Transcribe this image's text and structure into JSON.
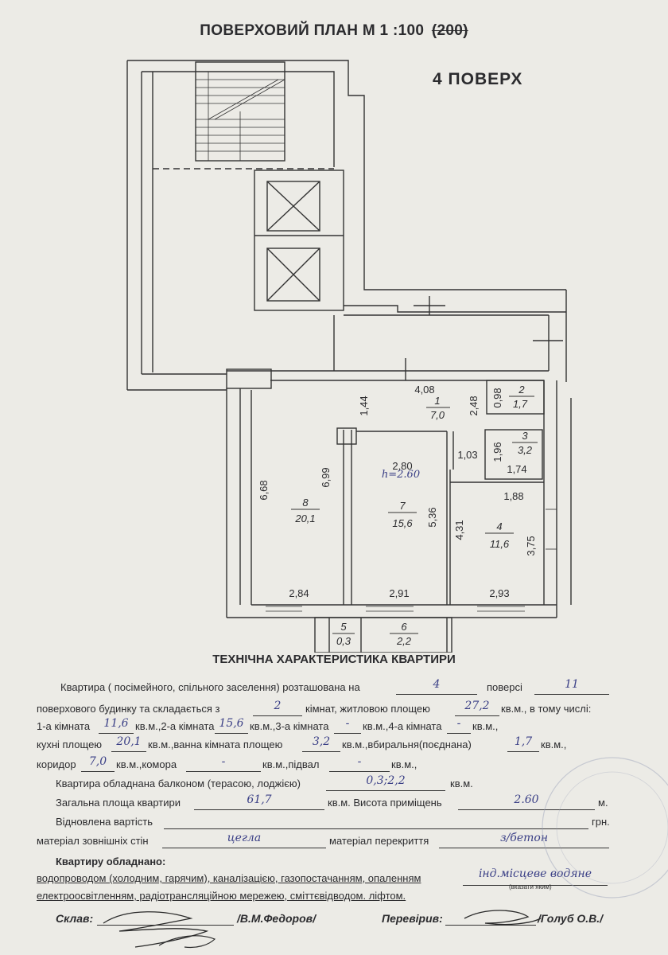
{
  "header": {
    "title": "ПОВЕРХОВИЙ ПЛАН М 1 :100",
    "struck_scale": "(200)",
    "floor_label": "4  ПОВЕРХ"
  },
  "plan": {
    "rooms": [
      {
        "number": "1",
        "area": "7,0"
      },
      {
        "number": "2",
        "area": "1,7"
      },
      {
        "number": "3",
        "area": "3,2"
      },
      {
        "number": "4",
        "area": "11,6"
      },
      {
        "number": "5",
        "area": "0,3"
      },
      {
        "number": "6",
        "area": "2,2"
      },
      {
        "number": "7",
        "area": "15,6"
      },
      {
        "number": "8",
        "area": "20,1"
      }
    ],
    "dimensions": {
      "d1_44": "1,44",
      "d4_08": "4,08",
      "d2_48": "2,48",
      "d0_98": "0,98",
      "d2_80": "2,80",
      "d1_03": "1,03",
      "d1_96": "1,96",
      "d1_74": "1,74",
      "d6_68": "6,68",
      "d6_99": "6,99",
      "d5_36": "5,36",
      "d1_88": "1,88",
      "d4_31": "4,31",
      "d3_75": "3,75",
      "d2_84": "2,84",
      "d2_91": "2,91",
      "d2_93": "2,93"
    },
    "height_note": "h=2.60"
  },
  "tech": {
    "heading": "ТЕХНІЧНА ХАРАКТЕРИСТИКА   КВАРТИРИ",
    "r1_a": "Квартира ( посімейного, спільного заселення) розташована на",
    "r1_floor": "4",
    "r1_b": "поверсі",
    "r1_total": "11",
    "r2_a": "поверхового будинку та складається з",
    "r2_rooms": "2",
    "r2_b": "кімнат, житловою площею",
    "r2_living": "27,2",
    "r2_c": "кв.м.,  в тому числі:",
    "r3_a": "1-а кімната",
    "r3_r1": "11,6",
    "r3_b": "кв.м.,2-а кімната",
    "r3_r2": "15,6",
    "r3_c": "кв.м.,3-а кімната",
    "r3_r3": "-",
    "r3_d": "кв.м.,4-а кімната",
    "r3_r4": "-",
    "r3_e": "кв.м.,",
    "r4_a": "кухні площею",
    "r4_kitchen": "20,1",
    "r4_b": "кв.м.,ванна кімната площею",
    "r4_bath": "3,2",
    "r4_c": "кв.м.,вбиральня(поєднана)",
    "r4_wc": "1,7",
    "r4_d": "кв.м.,",
    "r5_a": "коридор",
    "r5_corr": "7,0",
    "r5_b": "кв.м.,комора",
    "r5_store": "-",
    "r5_c": "кв.м.,підвал",
    "r5_cellar": "-",
    "r5_d": "кв.м.,",
    "r6_a": "Квартира обладнана балконом (терасою, лоджією)",
    "r6_balcony": "0,3;2,2",
    "r6_b": "кв.м.",
    "r7_a": "Загальна площа квартири",
    "r7_total": "61,7",
    "r7_b": "кв.м. Висота приміщень",
    "r7_height": "2.60",
    "r7_c": "м.",
    "r8_a": "Відновлена вартість",
    "r8_b": "грн.",
    "r9_a": "матеріал зовнішніх стін",
    "r9_walls": "цегла",
    "r9_b": "матеріал перекриття",
    "r9_floor": "з/бетон",
    "r10": "Квартиру обладнано:",
    "r11_a": "водопроводом (холодним, гарячим), каналізацією, газопостачанням, опаленням",
    "r11_heating": "інд.місцеве водяне",
    "r11_hint": "(вказати яким)",
    "r12": "електроосвітленням, радіотрансляційною мережею, сміттєвідводом. ліфтом.",
    "compiled_label": "Склав:",
    "compiled_name": "/В.М.Федоров/",
    "checked_label": "Перевірив:",
    "checked_name": "/Голуб О.В./"
  }
}
